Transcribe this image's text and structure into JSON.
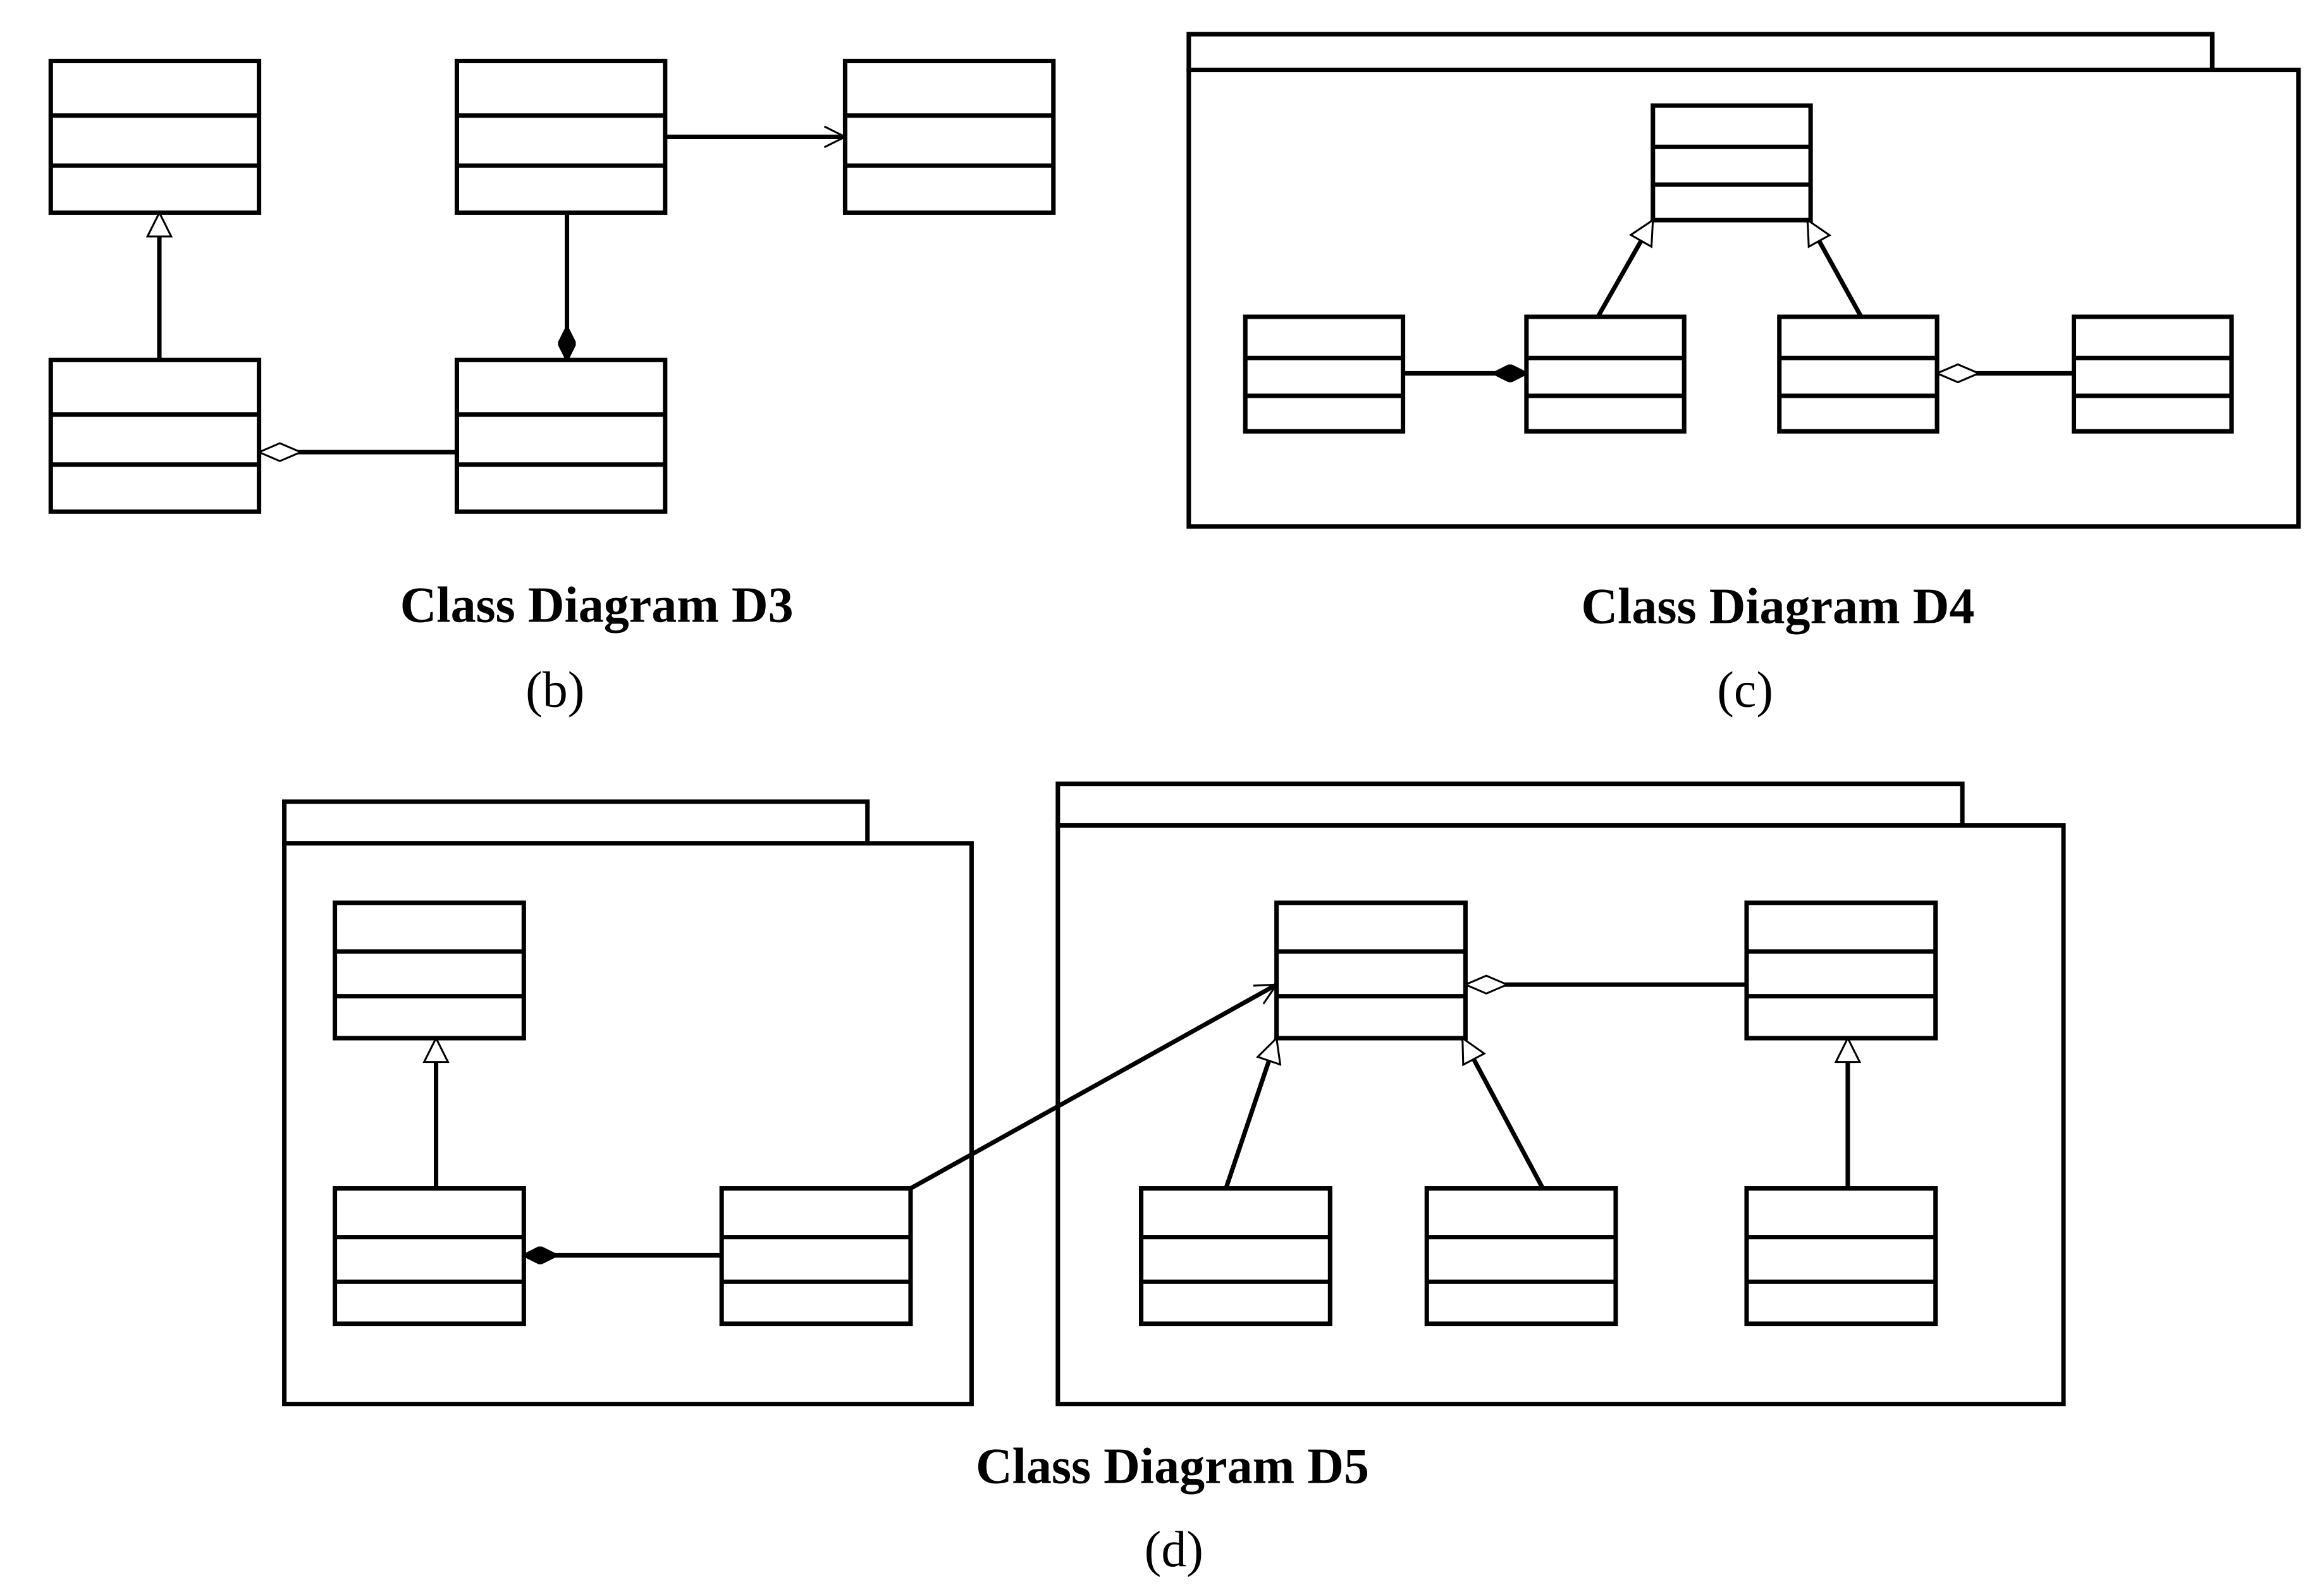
{
  "figure": {
    "panels": [
      {
        "id": "b",
        "title": "Class Diagram D3",
        "label": "(b)"
      },
      {
        "id": "c",
        "title": "Class Diagram D4",
        "label": "(c)"
      },
      {
        "id": "d",
        "title": "Class Diagram D5",
        "label": "(d)"
      }
    ]
  },
  "colors": {
    "stroke": "#000000",
    "background": "#ffffff"
  }
}
